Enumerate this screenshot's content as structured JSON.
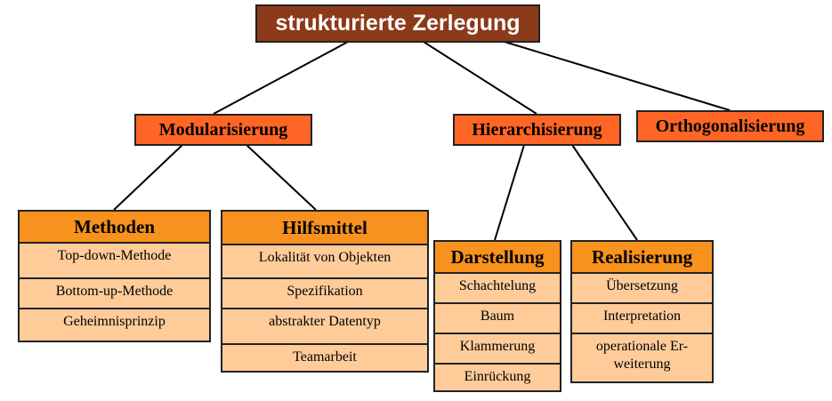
{
  "root": "strukturierte Zerlegung",
  "level1": [
    "Modularisierung",
    "Hierarchisierung",
    "Orthogonalisierung"
  ],
  "tables": [
    {
      "title": "Methoden",
      "items": [
        "Top-down-Methode",
        "Bottom-up-Methode",
        "Geheimnisprinzip"
      ]
    },
    {
      "title": "Hilfsmittel",
      "items": [
        "Lokalität von Objekten",
        "Spezifikation",
        "abstrakter Datentyp",
        "Teamarbeit"
      ]
    },
    {
      "title": "Darstellung",
      "items": [
        "Schachtelung",
        "Baum",
        "Klammerung",
        "Einrückung"
      ]
    },
    {
      "title": "Realisierung",
      "items": [
        "Übersetzung",
        "Interpretation",
        "operationale Er-weiterung"
      ]
    }
  ]
}
